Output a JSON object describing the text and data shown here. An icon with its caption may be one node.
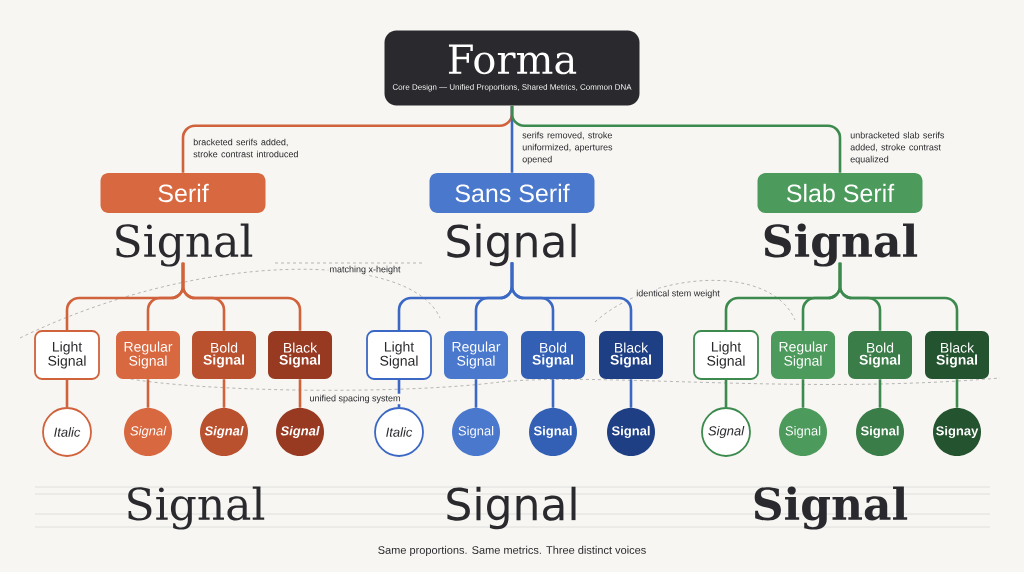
{
  "diagram": {
    "caption": "Same proportions. Same metrics. Three distinct voices",
    "nodes": [
      {
        "text": [
          "Forma",
          "Core Design — Unified Proportions, Shared Metrics, Common DNA"
        ]
      },
      {
        "text": [
          "Serif"
        ]
      },
      {
        "text": [
          "Signal"
        ]
      },
      {
        "text": [
          "Light",
          "Signal"
        ]
      },
      {
        "text": [
          "Regular",
          "Signal"
        ]
      },
      {
        "text": [
          "Bold",
          "Signal"
        ]
      },
      {
        "text": [
          "Black",
          "Signal"
        ]
      },
      {
        "text": [
          "Italic"
        ]
      },
      {
        "text": [
          "Signal"
        ]
      },
      {
        "text": [
          "Signal"
        ]
      },
      {
        "text": [
          "Signal"
        ]
      },
      {
        "text": [
          "Sans Serif"
        ]
      },
      {
        "text": [
          "Signal"
        ]
      },
      {
        "text": [
          "Light",
          "Signal"
        ]
      },
      {
        "text": [
          "Regular",
          "Signal"
        ]
      },
      {
        "text": [
          "Bold",
          "Signal"
        ]
      },
      {
        "text": [
          "Black",
          "Signal"
        ]
      },
      {
        "text": [
          "Italic"
        ]
      },
      {
        "text": [
          "Signal"
        ]
      },
      {
        "text": [
          "Signal"
        ]
      },
      {
        "text": [
          "Signal"
        ]
      },
      {
        "text": [
          "Slab Serif"
        ]
      },
      {
        "text": [
          "Signal"
        ]
      },
      {
        "text": [
          "Light",
          "Signal"
        ]
      },
      {
        "text": [
          "Regular",
          "Signal"
        ]
      },
      {
        "text": [
          "Bold",
          "Signal"
        ]
      },
      {
        "text": [
          "Black",
          "Signal"
        ]
      },
      {
        "text": [
          "Signal"
        ]
      },
      {
        "text": [
          "Signal"
        ]
      },
      {
        "text": [
          "Signal"
        ]
      },
      {
        "text": [
          "Signay"
        ]
      }
    ],
    "edges": [
      {
        "from": 0,
        "to": 1,
        "arrow": "none",
        "label": "bracketed serifs added, stroke contrast introduced",
        "color": "#d0623c"
      },
      {
        "from": 0,
        "to": 11,
        "arrow": "none",
        "label": "serifs removed, stroke uniformized, apertures opened",
        "color": "#3b68c4"
      },
      {
        "from": 0,
        "to": 21,
        "arrow": "none",
        "label": "unbracketed slab serifs added, stroke contrast equalized",
        "color": "#3d8a4f"
      },
      {
        "from": 2,
        "to": 3,
        "arrow": "none",
        "color": "#d0623c"
      },
      {
        "from": 2,
        "to": 4,
        "arrow": "none",
        "color": "#d0623c"
      },
      {
        "from": 2,
        "to": 5,
        "arrow": "none",
        "color": "#d0623c"
      },
      {
        "from": 2,
        "to": 6,
        "arrow": "none",
        "color": "#d0623c"
      },
      {
        "from": 3,
        "to": 7,
        "arrow": "none",
        "color": "#d0623c"
      },
      {
        "from": 4,
        "to": 8,
        "arrow": "none",
        "color": "#d0623c"
      },
      {
        "from": 5,
        "to": 9,
        "arrow": "none",
        "color": "#d0623c"
      },
      {
        "from": 6,
        "to": 10,
        "arrow": "none",
        "color": "#d0623c"
      },
      {
        "from": 12,
        "to": 13,
        "arrow": "none",
        "color": "#3b68c4"
      },
      {
        "from": 12,
        "to": 14,
        "arrow": "none",
        "color": "#3b68c4"
      },
      {
        "from": 12,
        "to": 15,
        "arrow": "none",
        "color": "#3b68c4"
      },
      {
        "from": 12,
        "to": 16,
        "arrow": "none",
        "color": "#3b68c4"
      },
      {
        "from": 13,
        "to": 17,
        "arrow": "none",
        "color": "#3b68c4"
      },
      {
        "from": 14,
        "to": 18,
        "arrow": "none",
        "color": "#3b68c4"
      },
      {
        "from": 15,
        "to": 19,
        "arrow": "none",
        "color": "#3b68c4"
      },
      {
        "from": 16,
        "to": 20,
        "arrow": "none",
        "color": "#3b68c4"
      },
      {
        "from": 22,
        "to": 23,
        "arrow": "none",
        "color": "#3d8a4f"
      },
      {
        "from": 22,
        "to": 24,
        "arrow": "none",
        "color": "#3d8a4f"
      },
      {
        "from": 22,
        "to": 25,
        "arrow": "none",
        "color": "#3d8a4f"
      },
      {
        "from": 22,
        "to": 26,
        "arrow": "none",
        "color": "#3d8a4f"
      },
      {
        "from": 23,
        "to": 27,
        "arrow": "none",
        "color": "#3d8a4f"
      },
      {
        "from": 24,
        "to": 28,
        "arrow": "none",
        "color": "#3d8a4f"
      },
      {
        "from": 25,
        "to": 29,
        "arrow": "none",
        "color": "#3d8a4f"
      },
      {
        "from": 26,
        "to": 30,
        "arrow": "none",
        "color": "#3d8a4f"
      }
    ],
    "labels": [
      "matching x-height",
      "identical stem weight",
      "unified spacing system",
      "Signal",
      "Signal",
      "Signal"
    ]
  }
}
